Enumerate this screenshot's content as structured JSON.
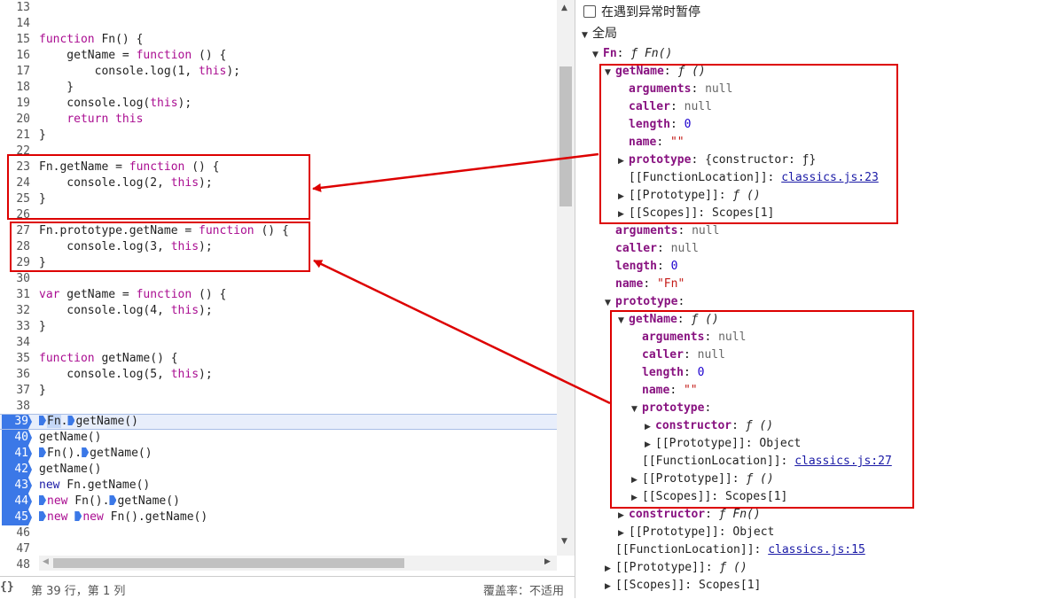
{
  "editor": {
    "lines": {
      "l13": {
        "num": "13"
      },
      "l14": {
        "num": "14"
      },
      "l15": {
        "num": "15",
        "p1": "function",
        "p2": " Fn() {"
      },
      "l16": {
        "num": "16",
        "p1": "    getName = ",
        "p2": "function",
        "p3": " () {"
      },
      "l17": {
        "num": "17",
        "p1": "        console.log(1, ",
        "p2": "this",
        "p3": ");"
      },
      "l18": {
        "num": "18",
        "p1": "    }"
      },
      "l19": {
        "num": "19",
        "p1": "    console.log(",
        "p2": "this",
        "p3": ");"
      },
      "l20": {
        "num": "20",
        "p1": "    ",
        "p2": "return",
        "p3": " ",
        "p4": "this"
      },
      "l21": {
        "num": "21",
        "p1": "}"
      },
      "l22": {
        "num": "22"
      },
      "l23": {
        "num": "23",
        "p1": "Fn.getName = ",
        "p2": "function",
        "p3": " () {"
      },
      "l24": {
        "num": "24",
        "p1": "    console.log(2, ",
        "p2": "this",
        "p3": ");"
      },
      "l25": {
        "num": "25",
        "p1": "}"
      },
      "l26": {
        "num": "26"
      },
      "l27": {
        "num": "27",
        "p1": "Fn.prototype.getName = ",
        "p2": "function",
        "p3": " () {"
      },
      "l28": {
        "num": "28",
        "p1": "    console.log(3, ",
        "p2": "this",
        "p3": ");"
      },
      "l29": {
        "num": "29",
        "p1": "}"
      },
      "l30": {
        "num": "30"
      },
      "l31": {
        "num": "31",
        "p1": "var",
        "p2": " getName = ",
        "p3": "function",
        "p4": " () {"
      },
      "l32": {
        "num": "32",
        "p1": "    console.log(4, ",
        "p2": "this",
        "p3": ");"
      },
      "l33": {
        "num": "33",
        "p1": "}"
      },
      "l34": {
        "num": "34"
      },
      "l35": {
        "num": "35",
        "p1": "function",
        "p2": " getName() {"
      },
      "l36": {
        "num": "36",
        "p1": "    console.log(5, ",
        "p2": "this",
        "p3": ");"
      },
      "l37": {
        "num": "37",
        "p1": "}"
      },
      "l38": {
        "num": "38"
      },
      "l39": {
        "num": "39",
        "p1": "Fn",
        "p2": ".",
        "p3": "getName()"
      },
      "l40": {
        "num": "40",
        "p1": "getName()"
      },
      "l41": {
        "num": "41",
        "p1": "Fn().",
        "p2": "getName()"
      },
      "l42": {
        "num": "42",
        "p1": "getName()"
      },
      "l43": {
        "num": "43",
        "p1": "new",
        "p2": " Fn.getName()"
      },
      "l44": {
        "num": "44",
        "p1": "new",
        "p2": " Fn().",
        "p3": "getName()"
      },
      "l45": {
        "num": "45",
        "p1": "new",
        "p2": " ",
        "p3": "new",
        "p4": " Fn().getName()"
      },
      "l46": {
        "num": "46"
      },
      "l47": {
        "num": "47"
      },
      "l48": {
        "num": "48"
      }
    }
  },
  "status": {
    "brace": "{}",
    "position": "第 39 行，第 1 列",
    "coverage": "覆盖率：不适用"
  },
  "scope": {
    "pause_label": "在遇到异常时暂停",
    "global_label": "全局",
    "fn": {
      "key": "Fn",
      "value": "ƒ Fn()"
    },
    "getname": {
      "key": "getName",
      "value": "ƒ ()"
    },
    "args": {
      "key": "arguments",
      "value": "null"
    },
    "caller": {
      "key": "caller",
      "value": "null"
    },
    "length": {
      "key": "length",
      "value": "0"
    },
    "name_empty": {
      "key": "name",
      "value": "\"\""
    },
    "prototype_short": {
      "key": "prototype",
      "value": "{constructor: ƒ}"
    },
    "fnloc23": {
      "key": "[[FunctionLocation]]",
      "link": "classics.js:23"
    },
    "proto_fn": {
      "key": "[[Prototype]]",
      "value": "ƒ ()"
    },
    "scopes": {
      "key": "[[Scopes]]",
      "value": "Scopes[1]"
    },
    "fn_name": {
      "key": "name",
      "value": "\"Fn\""
    },
    "prototype": {
      "key": "prototype"
    },
    "constructor_anon": {
      "key": "constructor",
      "value": "ƒ ()"
    },
    "proto_object": {
      "key": "[[Prototype]]",
      "value": "Object"
    },
    "fnloc27": {
      "key": "[[FunctionLocation]]",
      "link": "classics.js:27"
    },
    "constructor_fn": {
      "key": "constructor",
      "value": "ƒ Fn()"
    },
    "fnloc15": {
      "key": "[[FunctionLocation]]",
      "link": "classics.js:15"
    }
  },
  "colors": {
    "annotation": "#dd0000",
    "breakpoint": "#3b78e7"
  }
}
